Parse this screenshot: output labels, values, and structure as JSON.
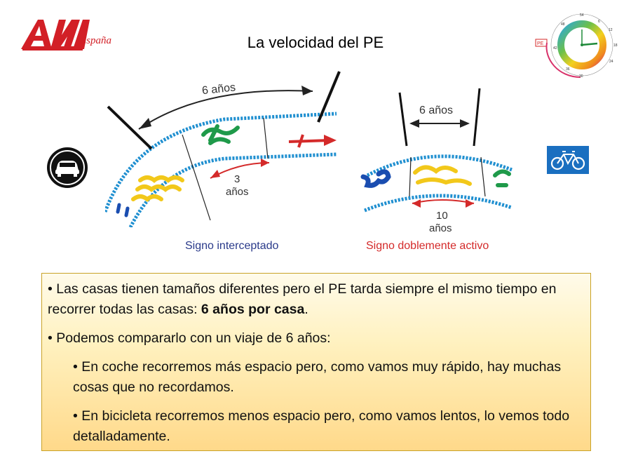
{
  "header": {
    "logo_text": "AMA",
    "logo_script": "España",
    "title": "La velocidad del PE"
  },
  "clock": {
    "pe_label": "PE",
    "numbers": [
      "54",
      "48",
      "6",
      "12",
      "42",
      "18",
      "24",
      "36",
      "30"
    ]
  },
  "diagram_left": {
    "dimension_top": "6 años",
    "dimension_inner_value": "3",
    "dimension_inner_unit": "años",
    "caption": "Signo interceptado"
  },
  "diagram_right": {
    "dimension_top": "6 años",
    "dimension_inner_value": "10",
    "dimension_inner_unit": "años",
    "caption": "Signo doblemente activo"
  },
  "icons": {
    "car_sign": "car-sign-icon",
    "bike_sign": "bicycle-sign-icon"
  },
  "colors": {
    "logo_red": "#d21f26",
    "arrow_red": "#d42a2a",
    "caption_blue": "#2a3a8a",
    "road_blue": "#1f8fd0",
    "box_top": "#fffbea",
    "box_bottom": "#ffd98a"
  },
  "text": {
    "p1_a": "• Las casas tienen tamaños diferentes pero el PE tarda siempre el mismo tiempo en recorrer todas las casas: ",
    "p1_bold": "6 años por casa",
    "p1_end": ".",
    "p2": "• Podemos compararlo con un viaje de 6 años:",
    "p3": "• En coche recorremos más espacio pero, como vamos muy rápido, hay muchas cosas que no recordamos.",
    "p4": "• En bicicleta recorremos menos espacio pero, como vamos lentos, lo vemos todo detalladamente."
  }
}
